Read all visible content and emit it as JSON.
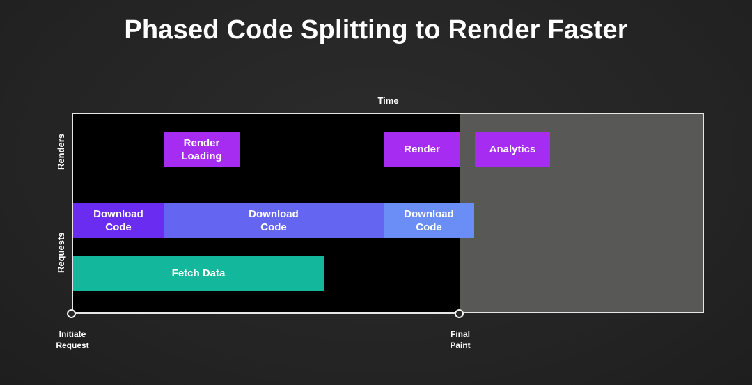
{
  "title": "Phased Code Splitting to Render Faster",
  "axis": {
    "top_label": "Time"
  },
  "lanes": {
    "renders": "Renders",
    "requests": "Requests"
  },
  "blocks": {
    "render_loading": "Render\nLoading",
    "render": "Render",
    "analytics": "Analytics",
    "download_code_1": "Download\nCode",
    "download_code_2": "Download\nCode",
    "download_code_3": "Download\nCode",
    "fetch_data": "Fetch Data"
  },
  "markers": {
    "initiate_request": "Initiate\nRequest",
    "final_paint": "Final\nPaint"
  },
  "colors": {
    "render_purple": "#a62cf2",
    "download_1": "#6a2cf0",
    "download_2": "#6466f2",
    "download_3": "#6a8ef5",
    "fetch_teal": "#13b89c",
    "after_paint_gray": "#5a5a58"
  }
}
